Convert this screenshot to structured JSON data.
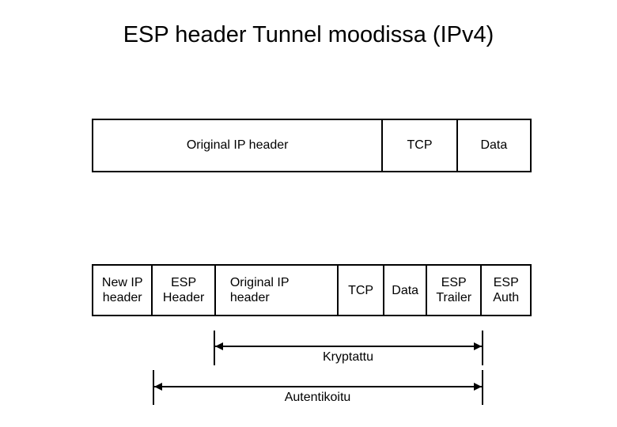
{
  "title": "ESP header Tunnel moodissa (IPv4)",
  "diagram": {
    "rows": [
      {
        "name": "original-packet",
        "cells": [
          {
            "label": "Original IP header"
          },
          {
            "label": "TCP"
          },
          {
            "label": "Data"
          }
        ]
      },
      {
        "name": "esp-tunnel-packet",
        "cells": [
          {
            "label": "New IP\nheader"
          },
          {
            "label": "ESP\nHeader"
          },
          {
            "label": "Original IP\nheader"
          },
          {
            "label": "TCP"
          },
          {
            "label": "Data"
          },
          {
            "label": "ESP\nTrailer"
          },
          {
            "label": "ESP\nAuth"
          }
        ]
      }
    ],
    "spans": [
      {
        "name": "encrypted",
        "label": "Kryptattu"
      },
      {
        "name": "authenticated",
        "label": "Autentikoitu"
      }
    ]
  },
  "colors": {
    "background": "#ffffff",
    "stroke": "#000000",
    "text": "#000000"
  }
}
